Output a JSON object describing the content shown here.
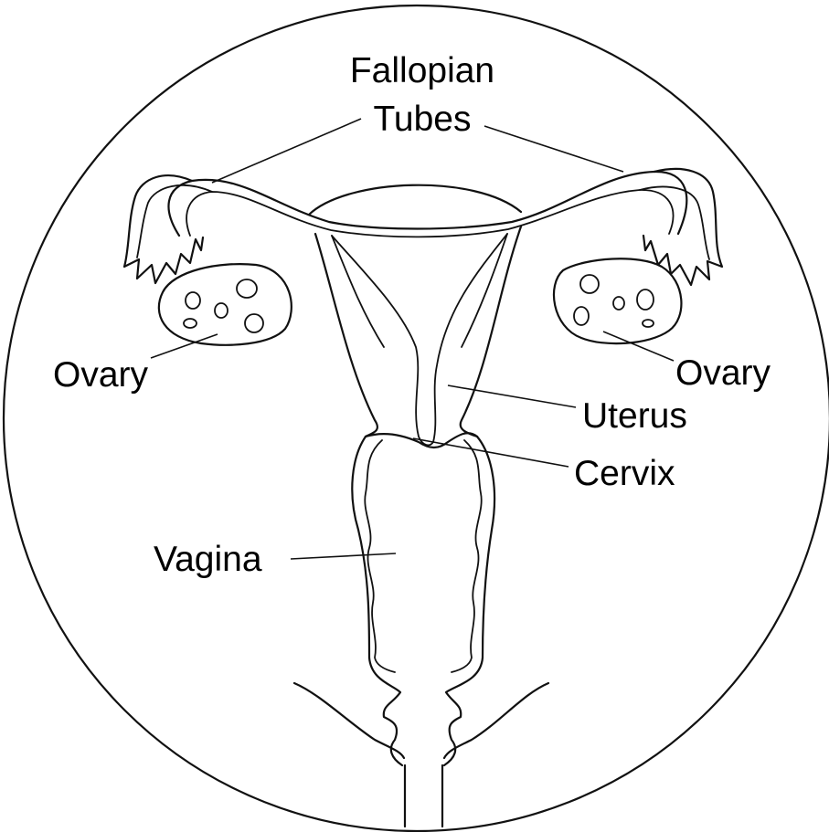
{
  "labels": {
    "fallopian_line1": "Fallopian",
    "fallopian_line2": "Tubes",
    "ovary_left": "Ovary",
    "ovary_right": "Ovary",
    "uterus": "Uterus",
    "cervix": "Cervix",
    "vagina": "Vagina"
  },
  "colors": {
    "line": "#111111",
    "text": "#000000",
    "background": "#ffffff"
  }
}
